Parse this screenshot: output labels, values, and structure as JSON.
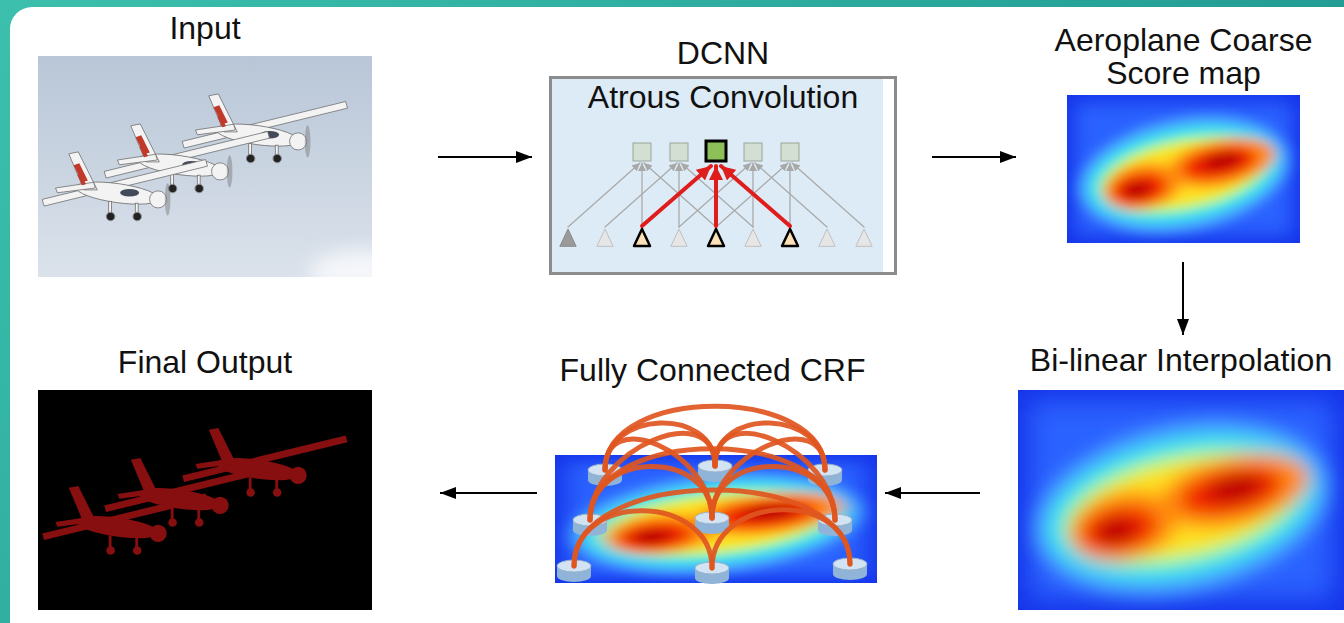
{
  "diagram": {
    "nodes": [
      {
        "text": [
          "Input"
        ]
      },
      {
        "text": [
          "DCNN",
          "Atrous Convolution"
        ]
      },
      {
        "text": [
          "Aeroplane Coarse Score map"
        ]
      },
      {
        "text": [
          "Final Output"
        ]
      },
      {
        "text": [
          "Fully Connected CRF"
        ]
      },
      {
        "text": [
          "Bi-linear Interpolation"
        ]
      }
    ],
    "edges": [
      {
        "from": 0,
        "to": 1,
        "arrow": "to"
      },
      {
        "from": 1,
        "to": 2,
        "arrow": "to"
      },
      {
        "from": 2,
        "to": 5,
        "arrow": "to"
      },
      {
        "from": 5,
        "to": 4,
        "arrow": "to"
      },
      {
        "from": 4,
        "to": 3,
        "arrow": "to"
      }
    ]
  }
}
